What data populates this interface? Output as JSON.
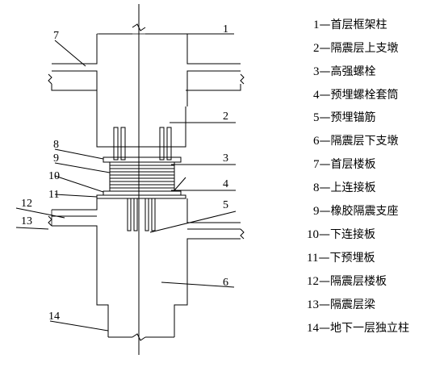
{
  "callouts": [
    "1",
    "2",
    "3",
    "4",
    "5",
    "6",
    "7",
    "8",
    "9",
    "10",
    "11",
    "12",
    "13",
    "14"
  ],
  "legend": [
    {
      "num": "1",
      "text": "首层框架柱"
    },
    {
      "num": "2",
      "text": "隔震层上支墩"
    },
    {
      "num": "3",
      "text": "高强螺栓"
    },
    {
      "num": "4",
      "text": "预埋螺栓套筒"
    },
    {
      "num": "5",
      "text": "预埋锚筋"
    },
    {
      "num": "6",
      "text": "隔震层下支墩"
    },
    {
      "num": "7",
      "text": "首层楼板"
    },
    {
      "num": "8",
      "text": "上连接板"
    },
    {
      "num": "9",
      "text": "橡胶隔震支座"
    },
    {
      "num": "10",
      "text": "下连接板"
    },
    {
      "num": "11",
      "text": "下预埋板"
    },
    {
      "num": "12",
      "text": "隔震层楼板"
    },
    {
      "num": "13",
      "text": "隔震层梁"
    },
    {
      "num": "14",
      "text": "地下一层独立柱"
    }
  ],
  "legend_dash": "—"
}
